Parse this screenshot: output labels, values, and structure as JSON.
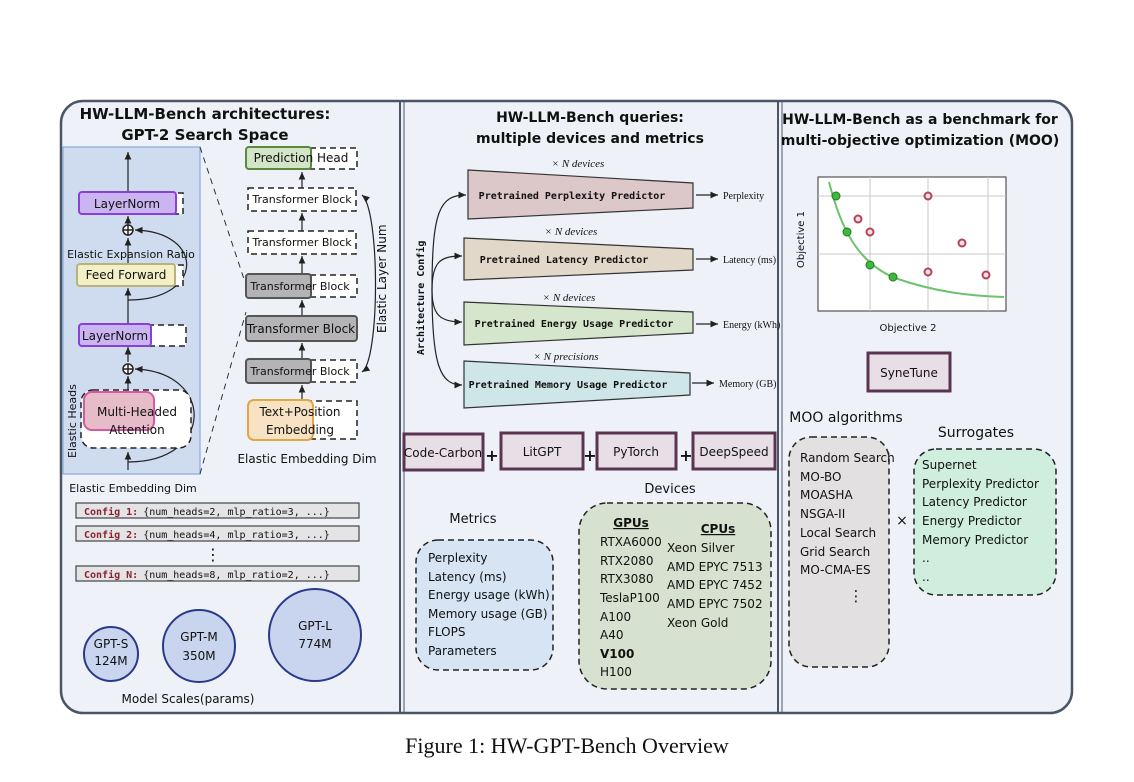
{
  "caption": "Figure 1: HW-GPT-Bench Overview",
  "panel1": {
    "title_line1": "HW-LLM-Bench architectures:",
    "title_line2": "GPT-2 Search Space",
    "layernorm_top": "LayerNorm",
    "elastic_expansion": "Elastic Expansion Ratio",
    "feed_forward": "Feed Forward",
    "layernorm_bottom": "LayerNorm",
    "mha_line1": "Multi-Headed",
    "mha_line2": "Attention",
    "elastic_heads": "Elastic Heads",
    "prediction_head": "Prediction Head",
    "transformer_block": "Transformer Block",
    "elastic_layer_num": "Elastic Layer Num",
    "embedding_line1": "Text+Position",
    "embedding_line2": "Embedding",
    "elastic_embedding_dim_right": "Elastic Embedding Dim",
    "elastic_embedding_dim_left": "Elastic Embedding Dim",
    "configs": [
      {
        "label": "Config 1:",
        "value": "{num_heads=2, mlp_ratio=3, ...}"
      },
      {
        "label": "Config 2:",
        "value": "{num_heads=4, mlp_ratio=3, ...}"
      },
      {
        "label": "Config N:",
        "value": "{num_heads=8, mlp_ratio=2, ...}"
      }
    ],
    "config_dots": "⋮",
    "models": [
      {
        "name": "GPT-S",
        "params": "124M"
      },
      {
        "name": "GPT-M",
        "params": "350M"
      },
      {
        "name": "GPT-L",
        "params": "774M"
      }
    ],
    "model_scales": "Model Scales(params)"
  },
  "panel2": {
    "title_line1": "HW-LLM-Bench queries:",
    "title_line2": "multiple devices and metrics",
    "arch_config": "Architecture Config",
    "predictors": [
      {
        "mult": "× N devices",
        "name": "Pretrained Perplexity Predictor",
        "output": "Perplexity",
        "color": "#dcc7c9"
      },
      {
        "mult": "× N devices",
        "name": "Pretrained Latency Predictor",
        "output": "Latency (ms)",
        "color": "#e2d8c9"
      },
      {
        "mult": "× N devices",
        "name": "Pretrained Energy Usage Predictor",
        "output": "Energy (kWh)",
        "color": "#d6e6cc"
      },
      {
        "mult": "× N precisions",
        "name": "Pretrained Memory Usage Predictor",
        "output": "Memory (GB)",
        "color": "#cfe6e8"
      }
    ],
    "tools": [
      "Code-Carbon",
      "LitGPT",
      "PyTorch",
      "DeepSpeed"
    ],
    "plus": "+",
    "metrics_title": "Metrics",
    "metrics": [
      "Perplexity",
      "Latency (ms)",
      "Energy usage (kWh)",
      "Memory usage (GB)",
      "FLOPS",
      "Parameters"
    ],
    "devices_title": "Devices",
    "gpus_header": "GPUs",
    "gpus": [
      "RTXA6000",
      "RTX2080",
      "RTX3080",
      "TeslaP100",
      "A100",
      "A40",
      "V100",
      "H100"
    ],
    "cpus_header": "CPUs",
    "cpus": [
      "Xeon Silver",
      "AMD EPYC 7513",
      "AMD EPYC 7452",
      "AMD EPYC 7502",
      "Xeon Gold"
    ]
  },
  "panel3": {
    "title_line1": "HW-LLM-Bench as a benchmark for",
    "title_line2": "multi-objective optimization (MOO)",
    "xlabel": "Objective 2",
    "ylabel": "Objective 1",
    "synetune": "SyneTune",
    "moo_title": "MOO algorithms",
    "algorithms": [
      "Random Search",
      "MO-BO",
      "MOASHA",
      "NSGA-II",
      "Local Search",
      "Grid Search",
      "MO-CMA-ES"
    ],
    "alg_dots": "⋮",
    "times": "×",
    "surrogates_title": "Surrogates",
    "surrogates": [
      "Supernet",
      "Perplexity Predictor",
      "Latency Predictor",
      "Energy Predictor",
      "Memory Predictor",
      "..",
      ".."
    ]
  }
}
